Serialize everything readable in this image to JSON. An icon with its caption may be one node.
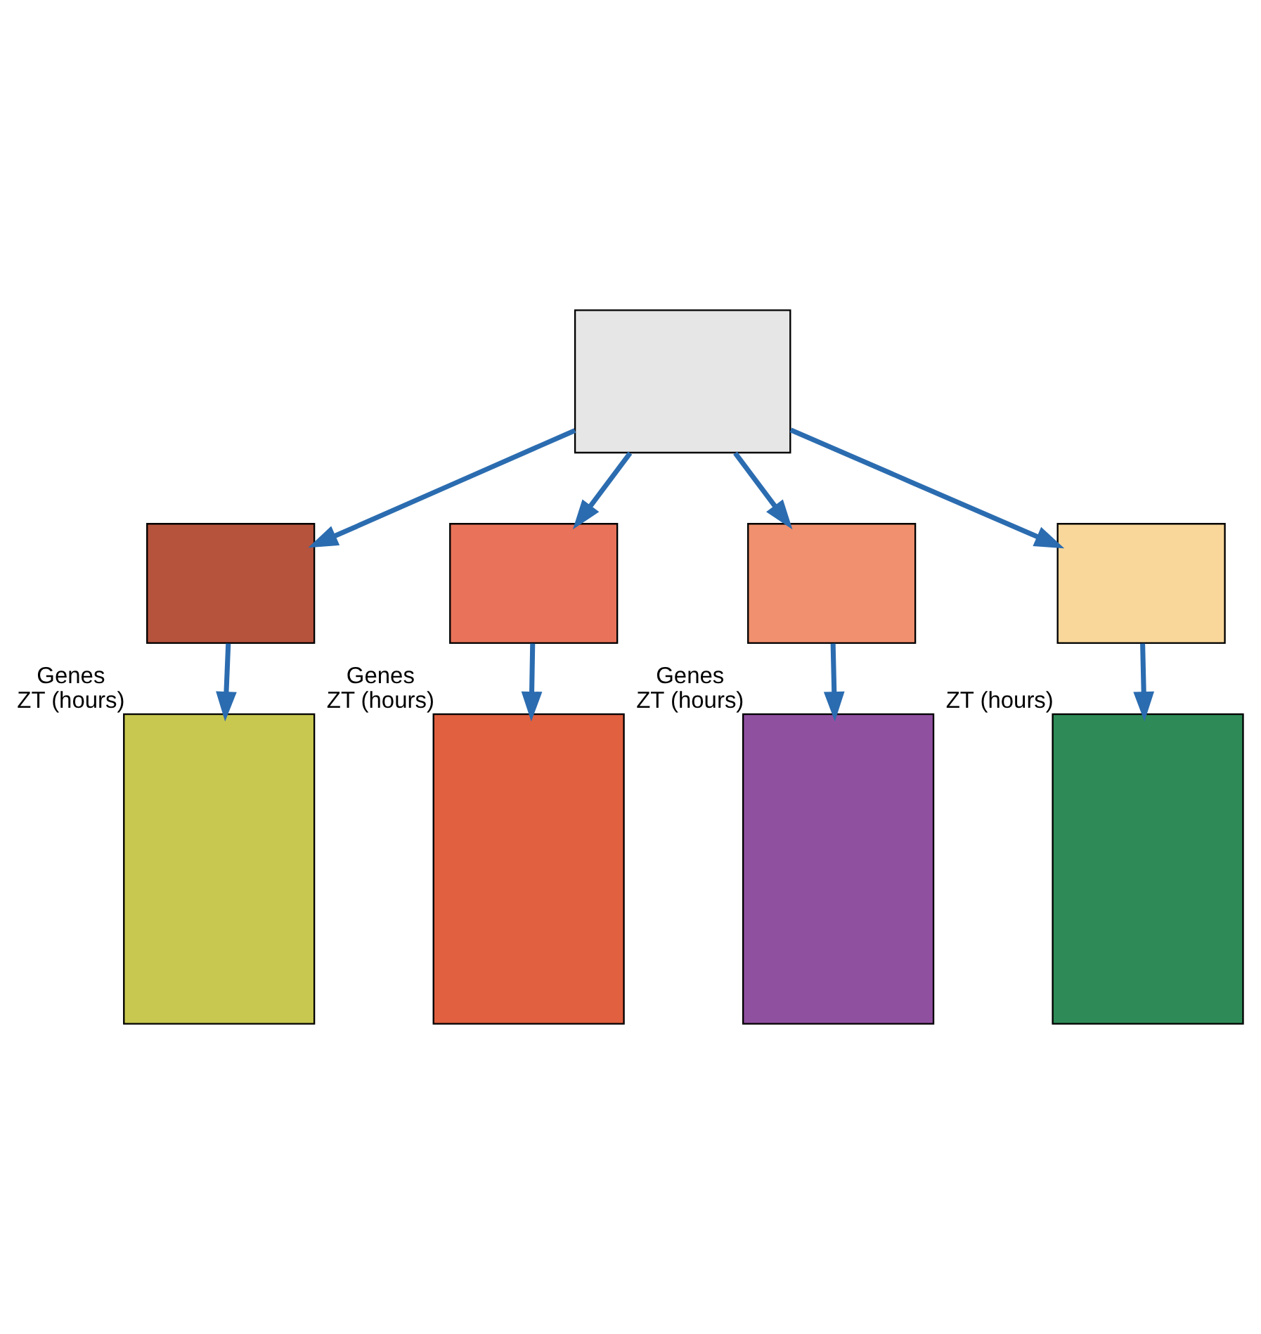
{
  "diagram": {
    "nodes": [
      {
        "text": [],
        "shape": "box"
      },
      {
        "text": [],
        "shape": "box"
      },
      {
        "text": [],
        "shape": "box"
      },
      {
        "text": [],
        "shape": "box"
      },
      {
        "text": [],
        "shape": "box"
      },
      {
        "text": [],
        "shape": "box",
        "beside": [
          "Genes",
          "ZT (hours)"
        ]
      },
      {
        "text": [],
        "shape": "box",
        "beside": [
          "Genes",
          "ZT (hours)"
        ]
      },
      {
        "text": [],
        "shape": "box",
        "beside": [
          "Genes",
          "ZT (hours)"
        ]
      },
      {
        "text": [],
        "shape": "box",
        "beside": [
          "ZT (hours)"
        ]
      }
    ],
    "edges": [
      {
        "from": 0,
        "to": 1,
        "arrow": "to"
      },
      {
        "from": 0,
        "to": 2,
        "arrow": "to"
      },
      {
        "from": 0,
        "to": 3,
        "arrow": "to"
      },
      {
        "from": 0,
        "to": 4,
        "arrow": "to"
      },
      {
        "from": 1,
        "to": 5,
        "arrow": "to"
      },
      {
        "from": 2,
        "to": 6,
        "arrow": "to"
      },
      {
        "from": 3,
        "to": 7,
        "arrow": "to"
      },
      {
        "from": 4,
        "to": 8,
        "arrow": "to"
      }
    ]
  }
}
